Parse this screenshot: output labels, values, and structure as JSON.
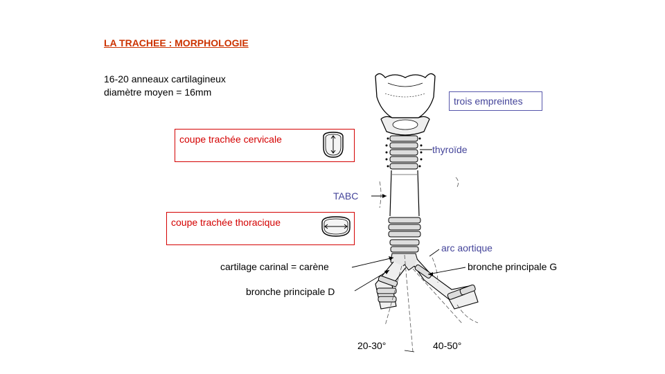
{
  "title": "LA TRACHEE : MORPHOLOGIE",
  "info": {
    "line1": "16-20 anneaux  cartilagineux",
    "line2": "diamètre moyen = 16mm"
  },
  "boxes": {
    "cervical": "coupe trachée cervicale",
    "thoracic": "coupe trachée thoracique",
    "empreintes": "trois empreintes"
  },
  "labels": {
    "thyroide": "thyroïde",
    "tabc": "TABC",
    "arc_aortique": "arc aortique",
    "carene": "cartilage carinal = carène",
    "bronche_g": "bronche principale G",
    "bronche_d": "bronche principale D",
    "angle_d": "20-30°",
    "angle_g": "40-50°"
  },
  "colors": {
    "title": "#cc3300",
    "red": "#d40000",
    "blue": "#44449a"
  }
}
